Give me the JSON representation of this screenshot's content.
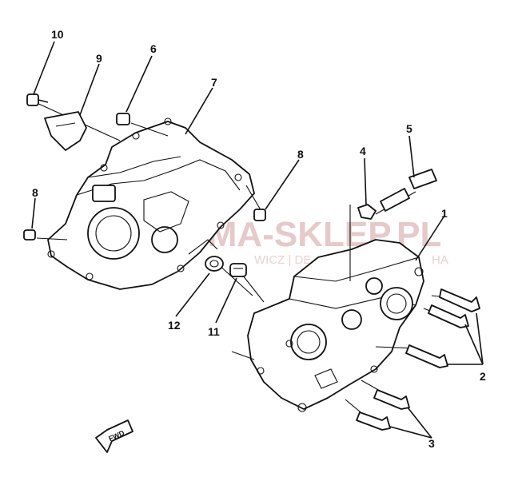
{
  "watermark": {
    "brand": "AMA-SKLEP.PL",
    "tagline": "WICZ | DE",
    "tagline_right": "HA"
  },
  "callouts": [
    "10",
    "9",
    "6",
    "7",
    "8",
    "8",
    "4",
    "5",
    "1",
    "12",
    "11",
    "2",
    "3"
  ],
  "fwd_label": "FWD",
  "colors": {
    "line": "#111111",
    "watermark": "#e6c9c9",
    "background": "#ffffff"
  }
}
